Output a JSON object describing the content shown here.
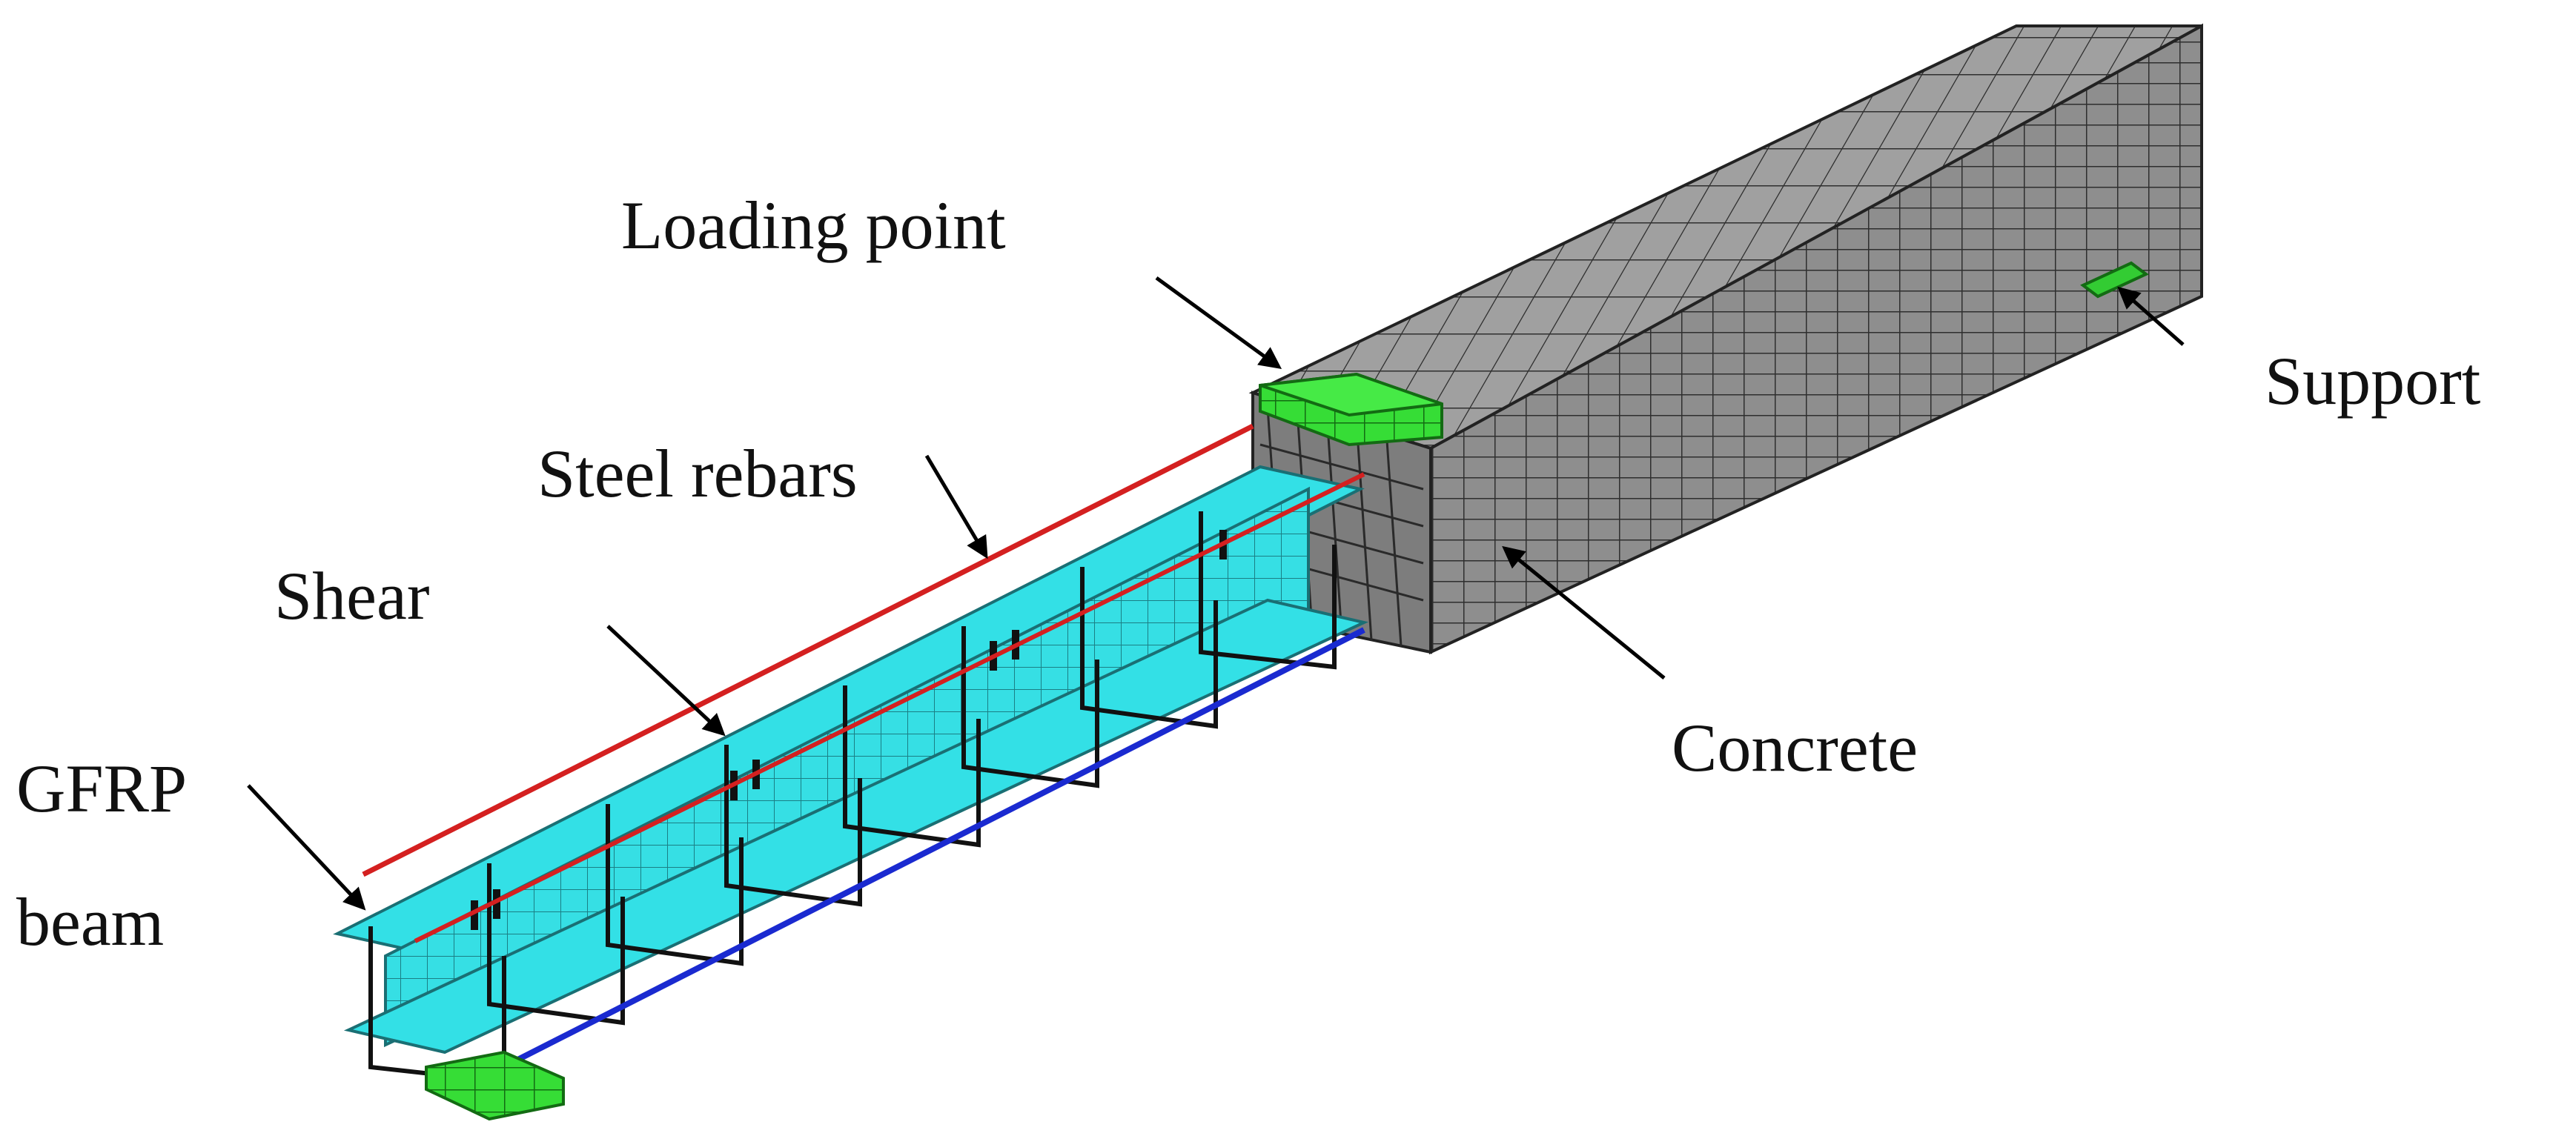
{
  "labels": {
    "loading_point": "Loading point",
    "support": "Support",
    "steel_rebars": "Steel rebars",
    "shear": "Shear",
    "gfrp": "GFRP",
    "beam": "beam",
    "concrete": "Concrete"
  },
  "colors": {
    "background": "#ffffff",
    "concrete_mesh": "#8c8c8c",
    "concrete_top": "#9c9c9c",
    "gfrp_beam": "#33e0e6",
    "loading_plate": "#33dd33",
    "support_plate": "#33cc33",
    "steel_top_rebar": "#d42020",
    "steel_bottom_rebar": "#1a2ad0",
    "stirrups": "#111111",
    "text": "#111111"
  },
  "icons": {
    "pointer": "arrow-icon"
  }
}
